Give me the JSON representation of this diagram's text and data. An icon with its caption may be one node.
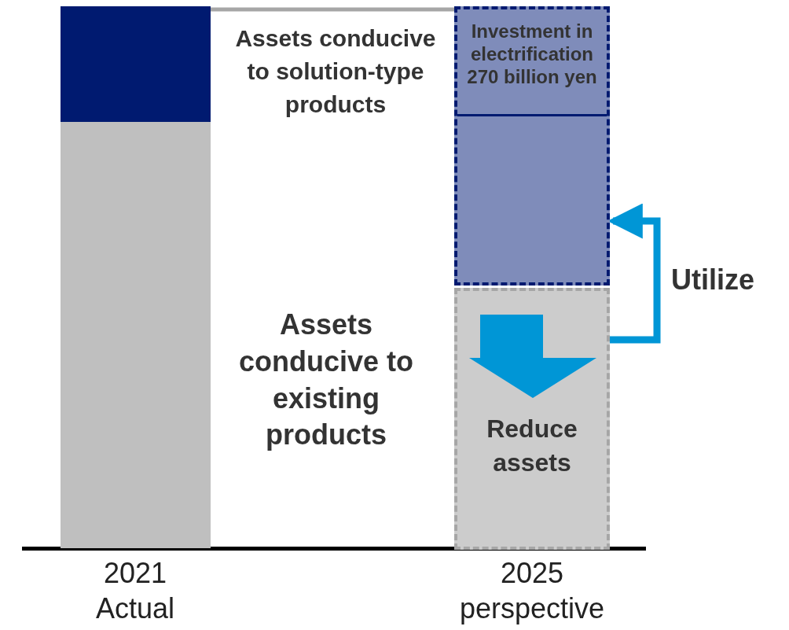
{
  "diagram": {
    "nodes": [
      {
        "text": [],
        "shape": "bar"
      },
      {
        "text": [],
        "shape": "bar"
      },
      {
        "text": [
          "Investment in electrification 270 billion yen"
        ]
      },
      {
        "text": [
          "Reduce assets"
        ]
      }
    ],
    "edges": [
      {
        "from": 0,
        "to": 2,
        "arrow": "none",
        "color": "#a6a6a6"
      },
      {
        "from": 3,
        "to": 2,
        "arrow": "to",
        "label": "Utilize",
        "style": "thick",
        "color": "#0096d6"
      }
    ],
    "labels": [
      "Assets conducive to solution-type products",
      "Assets conducive to existing products",
      "2021 Actual",
      "2025 perspective"
    ]
  }
}
